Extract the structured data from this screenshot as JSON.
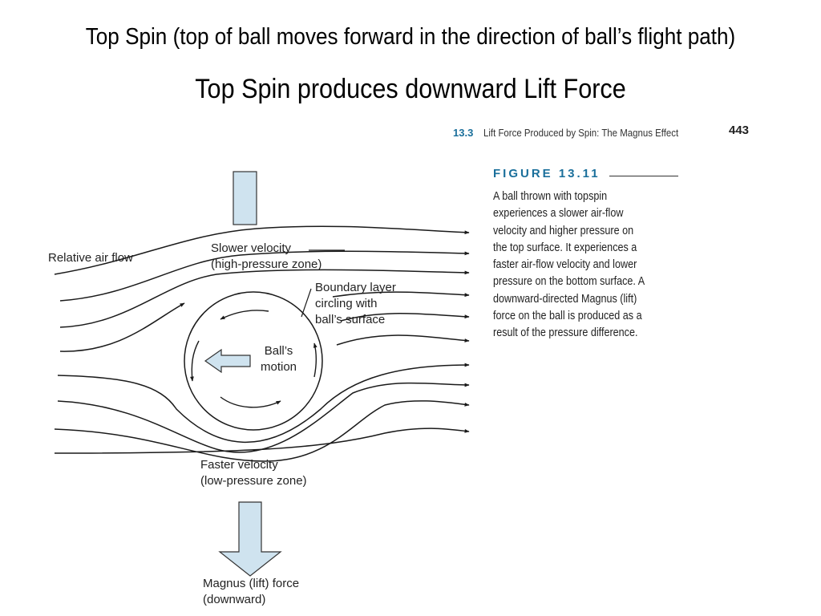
{
  "title_line_1": "Top Spin (top of ball moves forward in the direction of ball’s flight path)",
  "title_line_2": "Top Spin produces downward Lift Force",
  "book_header": {
    "section_number": "13.3",
    "section_title": "Lift Force Produced by Spin: The Magnus Effect",
    "page_number": "443"
  },
  "figure": {
    "label": "FIGURE 13.11",
    "caption_lines": [
      "A ball thrown with topspin",
      "experiences a slower air-flow",
      "velocity and higher pressure on",
      "the top surface. It experiences a",
      "faster air-flow velocity and lower",
      "pressure on the bottom surface. A",
      "downward-directed Magnus (lift)",
      "force on the ball is produced as a",
      "result of the pressure difference."
    ]
  },
  "diagram": {
    "relative_air_flow": "Relative air flow",
    "slower_velocity": [
      "Slower velocity",
      "(high-pressure zone)"
    ],
    "boundary_layer": [
      "Boundary layer",
      "circling with",
      "ball’s surface"
    ],
    "balls_motion": [
      "Ball’s",
      "motion"
    ],
    "faster_velocity": [
      "Faster velocity",
      "(low-pressure zone)"
    ],
    "magnus_force": [
      "Magnus (lift) force",
      "(downward)"
    ],
    "line_color": "#1a1a1a",
    "arrow_fill": "#cfe3ef",
    "arrow_stroke": "#333333"
  }
}
